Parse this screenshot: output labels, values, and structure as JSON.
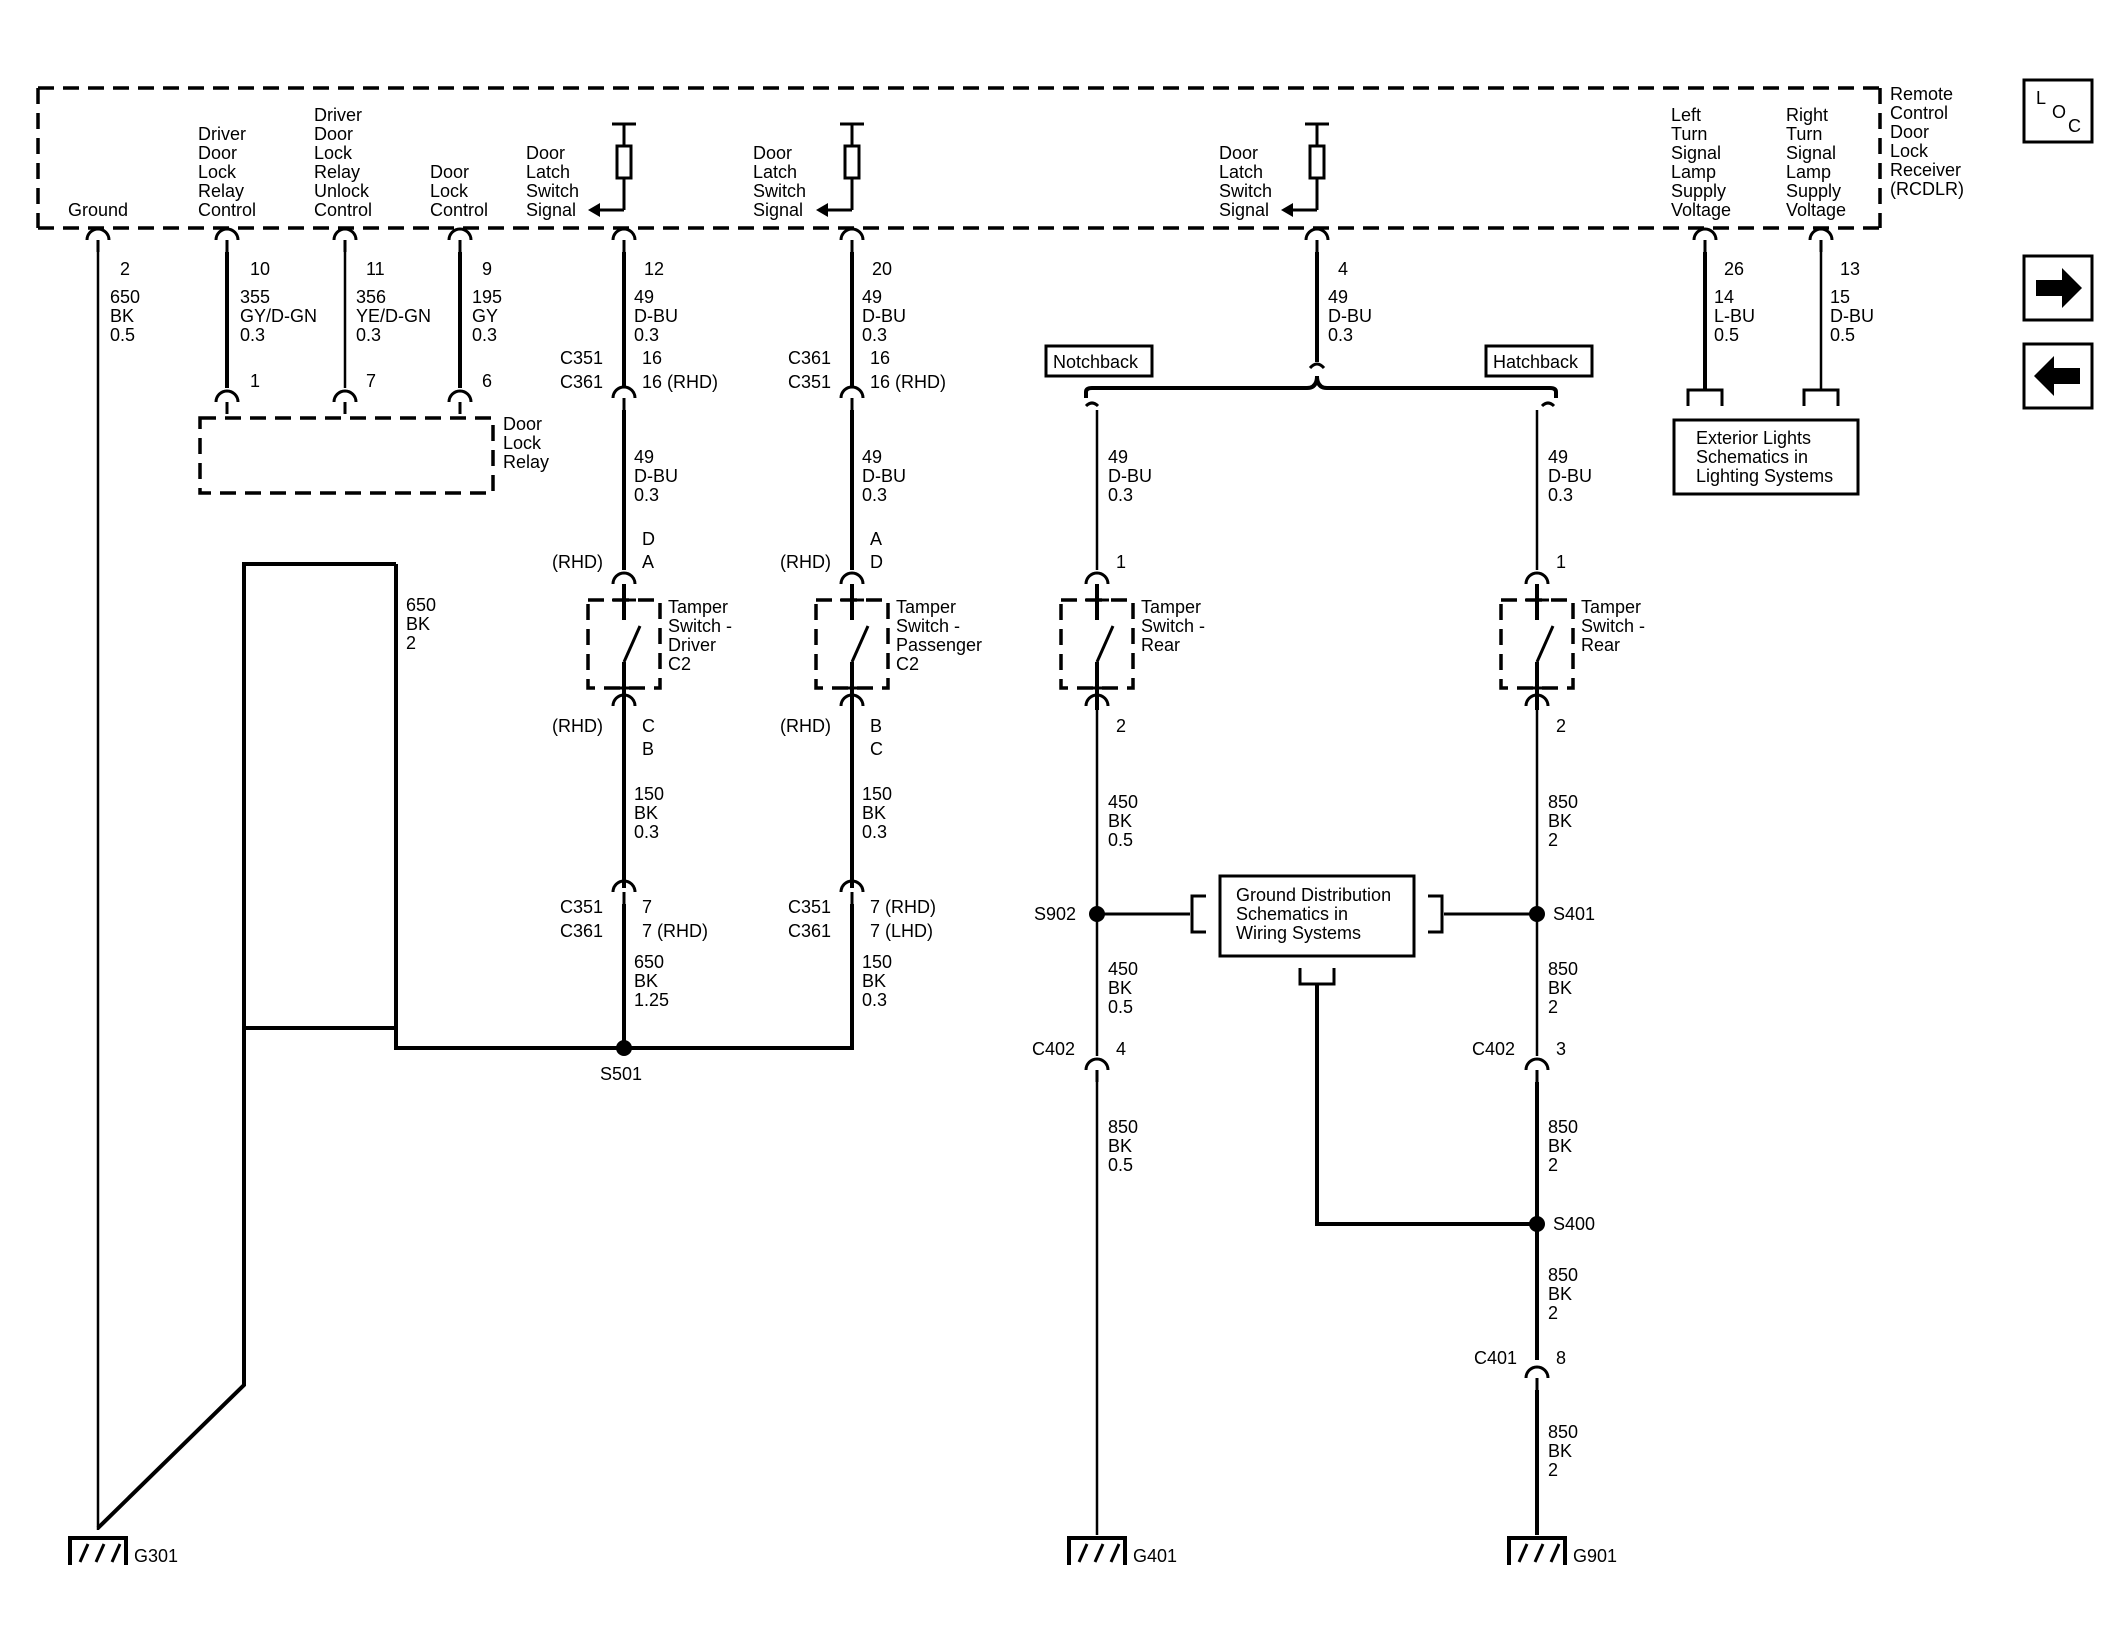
{
  "rcdlr": {
    "label": [
      "Remote",
      "Control",
      "Door",
      "Lock",
      "Receiver",
      "(RCDLR)"
    ],
    "ground": "Ground",
    "driver_relay_control": [
      "Driver",
      "Door",
      "Lock",
      "Relay",
      "Control"
    ],
    "driver_relay_unlock": [
      "Driver",
      "Door",
      "Lock",
      "Relay",
      "Unlock",
      "Control"
    ],
    "door_lock_control": [
      "Door",
      "Lock",
      "Control"
    ],
    "latch_signal": [
      "Door",
      "Latch",
      "Switch",
      "Signal"
    ],
    "left_turn": [
      "Left",
      "Turn",
      "Signal",
      "Lamp",
      "Supply",
      "Voltage"
    ],
    "right_turn": [
      "Right",
      "Turn",
      "Signal",
      "Lamp",
      "Supply",
      "Voltage"
    ]
  },
  "pins": {
    "p2": "2",
    "p10": "10",
    "p11": "11",
    "p9": "9",
    "p12": "12",
    "p20": "20",
    "p4": "4",
    "p26": "26",
    "p13": "13",
    "relay1": "1",
    "relay7": "7",
    "relay6": "6"
  },
  "wires": {
    "w650_05": [
      "650",
      "BK",
      "0.5"
    ],
    "w355": [
      "355",
      "GY/D-GN",
      "0.3"
    ],
    "w356": [
      "356",
      "YE/D-GN",
      "0.3"
    ],
    "w195": [
      "195",
      "GY",
      "0.3"
    ],
    "w49": [
      "49",
      "D-BU",
      "0.3"
    ],
    "w14": [
      "14",
      "L-BU",
      "0.5"
    ],
    "w15": [
      "15",
      "D-BU",
      "0.5"
    ],
    "w650_2": [
      "650",
      "BK",
      "2"
    ],
    "w150": [
      "150",
      "BK",
      "0.3"
    ],
    "w650_125": [
      "650",
      "BK",
      "1.25"
    ],
    "w450": [
      "450",
      "BK",
      "0.5"
    ],
    "w850_05": [
      "850",
      "BK",
      "0.5"
    ],
    "w850_2": [
      "850",
      "BK",
      "2"
    ]
  },
  "connectors": {
    "c351": "C351",
    "c361": "C361",
    "pin16": "16",
    "pin16rhd": "16 (RHD)",
    "pin7": "7",
    "pin7rhd": "7 (RHD)",
    "pin7lhd": "7 (LHD)",
    "c402": "C402",
    "c401": "C401",
    "pin4": "4",
    "pin3": "3",
    "pin8": "8"
  },
  "tamper": {
    "driver": [
      "Tamper",
      "Switch -",
      "Driver",
      "C2"
    ],
    "passenger": [
      "Tamper",
      "Switch -",
      "Passenger",
      "C2"
    ],
    "rear": [
      "Tamper",
      "Switch -",
      "Rear"
    ],
    "rhd": "(RHD)",
    "d": "D",
    "a": "A",
    "c": "C",
    "b": "B",
    "one": "1",
    "two": "2"
  },
  "relay": {
    "label": [
      "Door",
      "Lock",
      "Relay"
    ]
  },
  "options": {
    "notchback": "Notchback",
    "hatchback": "Hatchback"
  },
  "boxes": {
    "exterior": [
      "Exterior Lights",
      "Schematics in",
      "Lighting Systems"
    ],
    "ground_dist": [
      "Ground Distribution",
      "Schematics in",
      "Wiring Systems"
    ]
  },
  "splices": {
    "s501": "S501",
    "s902": "S902",
    "s401": "S401",
    "s400": "S400"
  },
  "grounds": {
    "g301": "G301",
    "g401": "G401",
    "g901": "G901"
  },
  "nav": {
    "loc_l": "L",
    "loc_o": "O",
    "loc_c": "C"
  },
  "colors": {
    "ink": "#000000",
    "paper": "#ffffff"
  }
}
